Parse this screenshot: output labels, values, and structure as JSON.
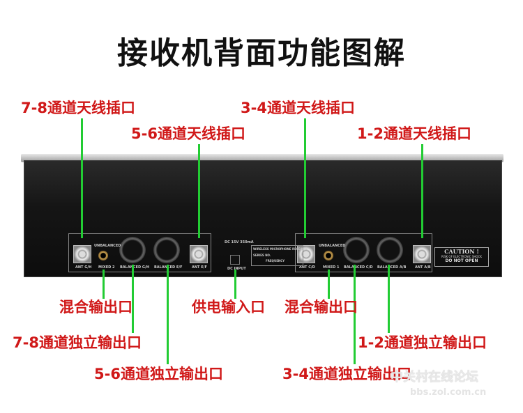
{
  "title": "接收机背面功能图解",
  "labels": {
    "ant_78": "7-8通道天线插口",
    "ant_56": "5-6通道天线插口",
    "ant_34": "3-4通道天线插口",
    "ant_12": "1-2通道天线插口",
    "mix_left": "混合输出口",
    "power": "供电输入口",
    "mix_right": "混合输出口",
    "out_78": "7-8通道独立输出口",
    "out_56": "5-6通道独立输出口",
    "out_34": "3-4通道独立输出口",
    "out_12": "1-2通道独立输出口"
  },
  "panel": {
    "ant_gh": "ANT G/H",
    "ant_ef": "ANT E/F",
    "ant_cd": "ANT C/D",
    "ant_ab": "ANT A/B",
    "unbalanced": "UNBALANCED",
    "mixed2": "MIXED 2",
    "mixed1": "MIXED 1",
    "bal_gh": "BALANCED G/H",
    "bal_ef": "BALANCED E/F",
    "bal_cd": "BALANCED C/D",
    "bal_ab": "BALANCED A/B",
    "dc_rating": "DC 15V 350mA",
    "dc_input": "DC INPUT",
    "info_title": "WIRELESS MICROPHONE RECEIVER",
    "serial": "SERIES NO.",
    "frequency": "FREQUENCY",
    "caution": "CAUTION !",
    "caution_sub": "RISK OF ELECTRONIC SHOCK",
    "do_not_open": "DO NOT OPEN"
  },
  "watermark": {
    "name": "中关村在线论坛",
    "url": "bbs.zol.com.cn"
  },
  "colors": {
    "label": "#d01818",
    "leader": "#22cc33"
  }
}
